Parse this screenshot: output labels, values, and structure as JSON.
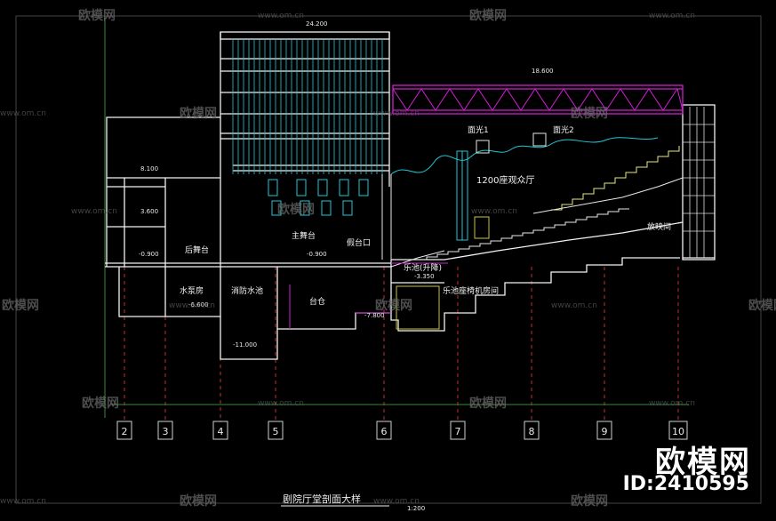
{
  "title": "剧院厅堂剖面大样",
  "scale": "1:200",
  "elevations": {
    "top": "24.200",
    "truss": "18.600",
    "e8100": "8.100",
    "e3600": "3.600",
    "neg0900_left": "-0.900",
    "neg0900_stage": "-0.900",
    "neg3350": "-3.350",
    "neg6600": "-6.600",
    "neg7800": "-7.800",
    "neg11000": "-11.000"
  },
  "rooms": {
    "back_stage": "后舞台",
    "main_stage": "主舞台",
    "side_stage": "假台口",
    "pump_room": "水泵房",
    "fire_pool": "消防水池",
    "stage_storage": "台仓",
    "hall": "1200座观众厅",
    "light1": "面光1",
    "light2": "面光2",
    "orchestra_pit": "乐池(升降)",
    "mech_room": "乐池座椅机房间",
    "projection_room": "放映间"
  },
  "axes": [
    "2",
    "3",
    "4",
    "5",
    "6",
    "7",
    "8",
    "9",
    "10"
  ],
  "watermark": {
    "brand": "欧模网",
    "url": "www.om.cn",
    "big": "欧模网",
    "id": "ID:2410595"
  }
}
